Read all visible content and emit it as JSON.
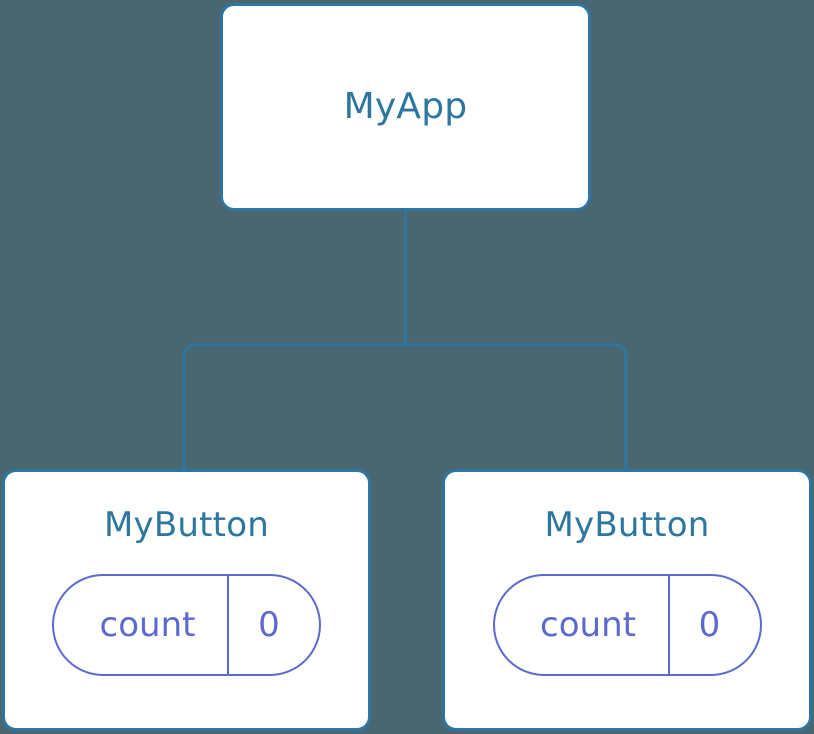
{
  "diagram": {
    "type": "widget-tree",
    "background_color": "#4a6670",
    "node_border_color": "#2c76a0",
    "node_title_color": "#2c76a0",
    "state_chip_color": "#5a6ad0",
    "connector_color": "#2c76a0"
  },
  "nodes": {
    "root": {
      "title": "MyApp"
    },
    "left_child": {
      "title": "MyButton",
      "state": {
        "key": "count",
        "value": "0"
      }
    },
    "right_child": {
      "title": "MyButton",
      "state": {
        "key": "count",
        "value": "0"
      }
    }
  },
  "edges": [
    {
      "from": "MyApp",
      "to": "MyButton"
    },
    {
      "from": "MyApp",
      "to": "MyButton"
    }
  ]
}
